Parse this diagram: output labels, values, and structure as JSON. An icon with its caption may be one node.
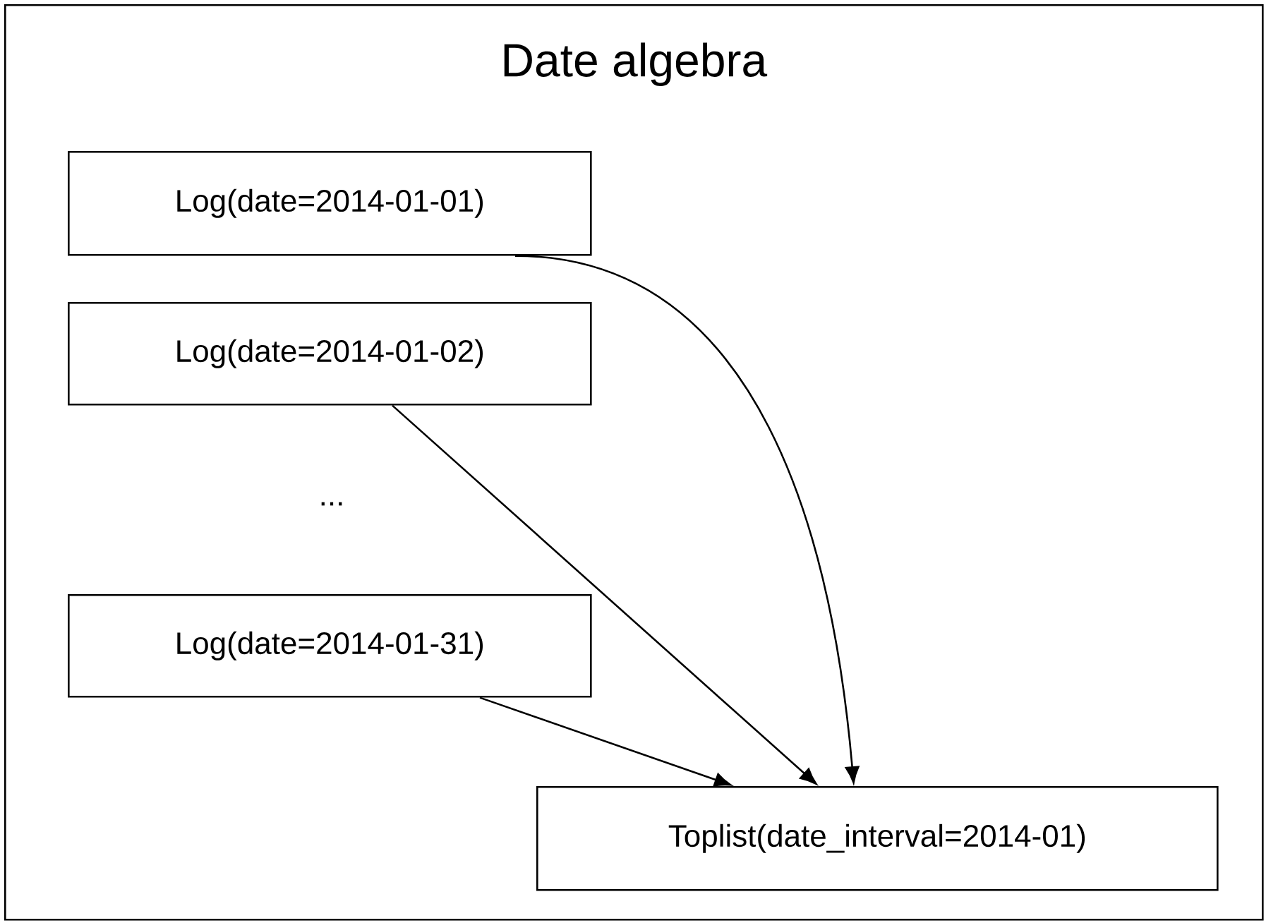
{
  "diagram": {
    "nodes": [
      {
        "text": [
          "Date algebra"
        ]
      },
      {
        "text": [
          "Log(date=2014-01-01)"
        ],
        "in": 0
      },
      {
        "text": [
          "Log(date=2014-01-02)"
        ],
        "in": 0
      },
      {
        "text": [
          "Log(date=2014-01-31)"
        ],
        "in": 0
      },
      {
        "text": [
          "Toplist(date_interval=2014-01)"
        ],
        "in": 0
      }
    ],
    "edges": [
      {
        "from": 1,
        "to": 4,
        "arrow": "to"
      },
      {
        "from": 2,
        "to": 4,
        "arrow": "to"
      },
      {
        "from": 3,
        "to": 4,
        "arrow": "to"
      }
    ],
    "labels": [
      "..."
    ]
  }
}
